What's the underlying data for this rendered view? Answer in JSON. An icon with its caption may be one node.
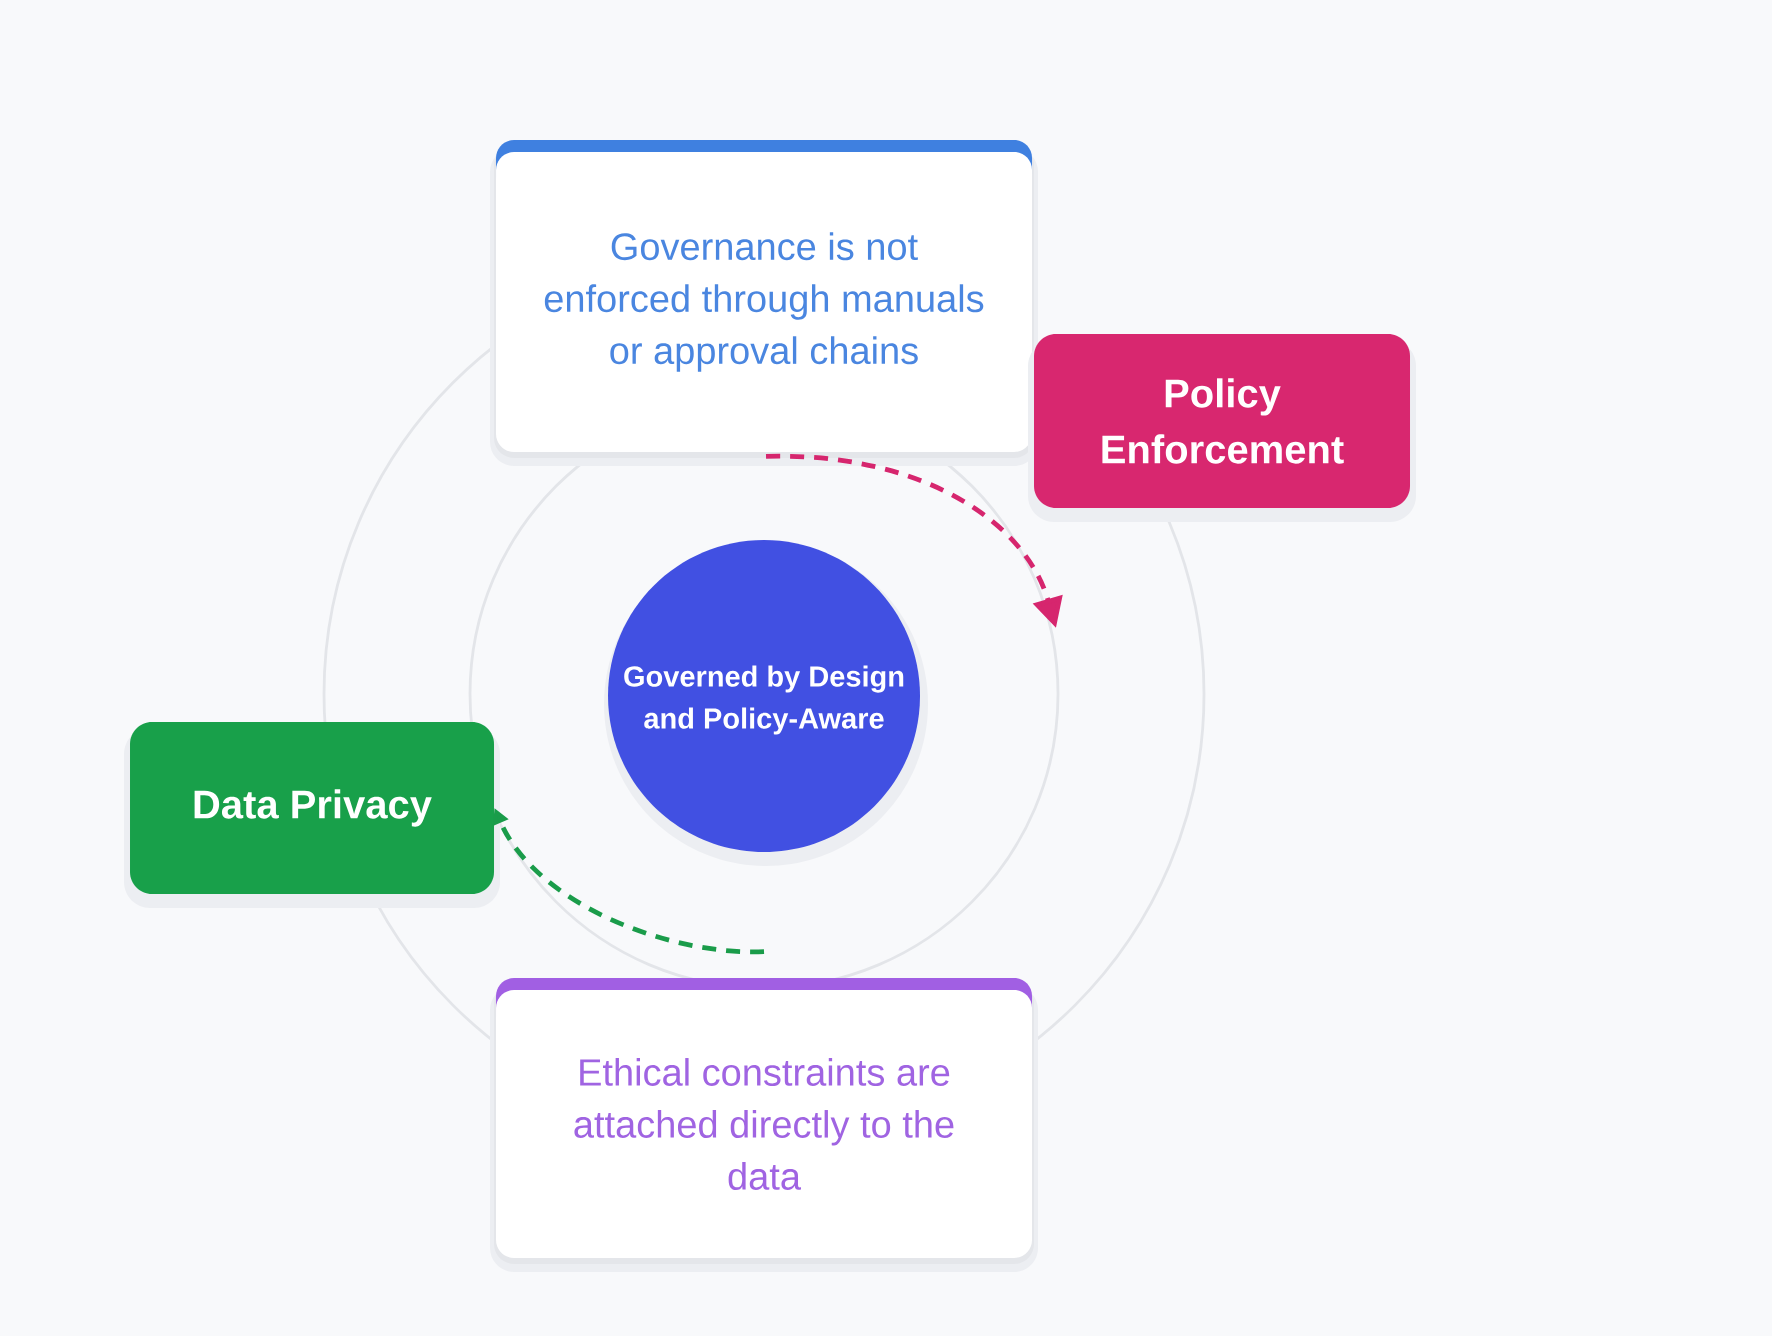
{
  "diagram": {
    "nodes": [
      {
        "text": [
          "Governance is not enforced through manuals or approval chains"
        ]
      },
      {
        "text": [
          "Policy Enforcement"
        ]
      },
      {
        "text": [
          "Governed by Design and Policy-Aware"
        ]
      },
      {
        "text": [
          "Data Privacy"
        ]
      },
      {
        "text": [
          "Ethical constraints are attached directly to the data"
        ]
      }
    ],
    "edges": [
      {
        "from": 0,
        "to": null,
        "arrow": "to",
        "style": "dashed",
        "color": "#d6266e"
      },
      {
        "from": 4,
        "to": 3,
        "arrow": "to",
        "style": "dashed",
        "color": "#1a9c4a"
      }
    ]
  }
}
